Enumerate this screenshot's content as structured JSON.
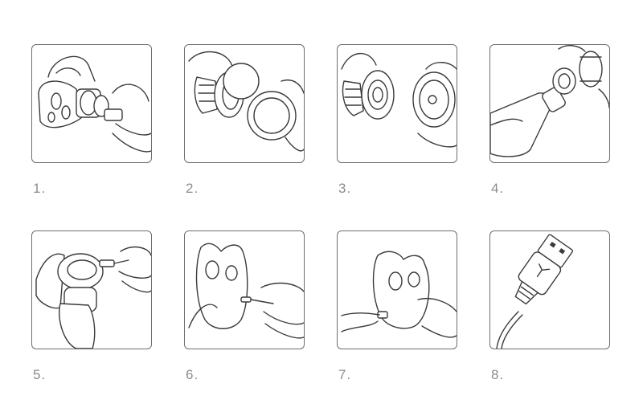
{
  "steps": [
    {
      "label": "1."
    },
    {
      "label": "2."
    },
    {
      "label": "3."
    },
    {
      "label": "4."
    },
    {
      "label": "5."
    },
    {
      "label": "6."
    },
    {
      "label": "7."
    },
    {
      "label": "8."
    }
  ],
  "colors": {
    "frame": "#6e6e6e",
    "line": "#3a3a3a",
    "label": "#8c8c8c"
  }
}
